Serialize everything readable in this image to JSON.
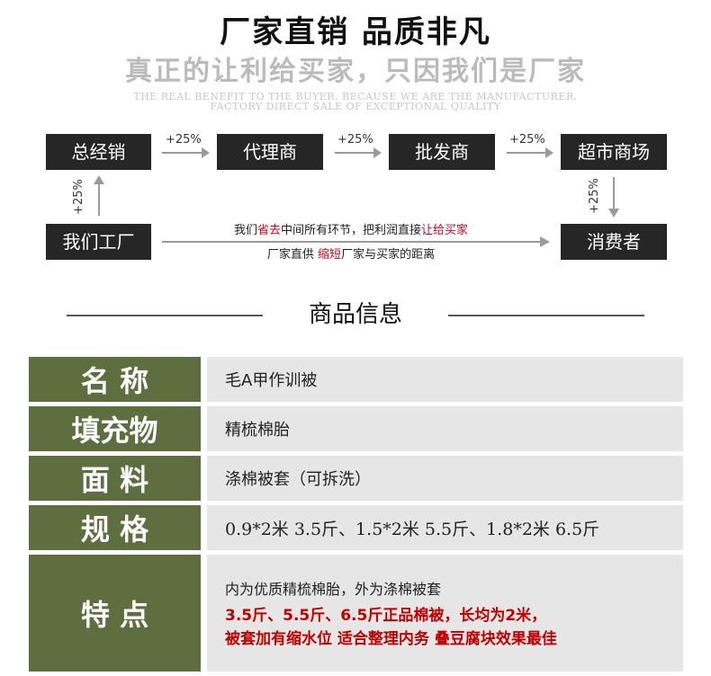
{
  "header": {
    "title": "厂家直销  品质非凡",
    "subtitle": "真正的让利给买家，只因我们是厂家",
    "english_line1": "THE REAL BENEFIT TO THE BUYER, BECAUSE WE ARE THE MANUFACTURER.",
    "english_line2": "FACTORY DIRECT SALE OF EXCEPTIONAL QUALITY"
  },
  "flow": {
    "zongjing": "总经销",
    "daili": "代理商",
    "pifa": "批发商",
    "chaoshi": "超市商场",
    "gongchang": "我们工厂",
    "xiaofei": "消费者",
    "markup": "+25%",
    "message1": {
      "p1": "我们",
      "p2": "省去",
      "p3": "中间所有环节，把利润直接",
      "p4": "让给买家"
    },
    "message2": {
      "p1": "厂家直供 ",
      "p2": "缩短",
      "p3": "厂家与买家的距离"
    }
  },
  "section": {
    "title": "商品信息"
  },
  "info": {
    "name_label": "名  称",
    "name_value": "毛A甲作训被",
    "filling_label": "填充物",
    "filling_value": "精梳棉胎",
    "fabric_label": "面  料",
    "fabric_value": "涤棉被套（可拆洗）",
    "spec_label": "规  格",
    "spec_value": "0.9*2米 3.5斤、1.5*2米 5.5斤、1.8*2米 6.5斤",
    "feature_label": "特  点",
    "feature_line1": "内为优质精梳棉胎，外为涤棉被套",
    "feature_line2": "3.5斤、5.5斤、6.5斤正品棉被，长均为2米，",
    "feature_line3": "被套加有缩水位 适合整理内务  叠豆腐块效果最佳"
  },
  "colors": {
    "label_bg": "#5f6e3f",
    "value_bg": "#e6e6e6",
    "box_bg": "#262626",
    "highlight_red": "#d0021b"
  }
}
